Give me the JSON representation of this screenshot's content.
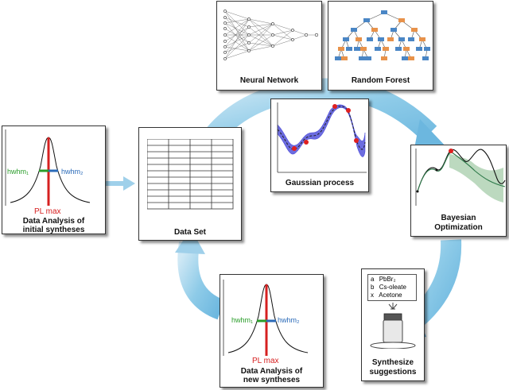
{
  "panels": {
    "neural_network": {
      "caption": "Neural Network"
    },
    "random_forest": {
      "caption": "Random Forest"
    },
    "gaussian_process": {
      "caption": "Gaussian process"
    },
    "bayesian": {
      "caption_line1": "Bayesian",
      "caption_line2": "Optimization"
    },
    "data_set": {
      "caption": "Data Set"
    },
    "initial": {
      "hwhm1": "hwhm₁",
      "hwhm2": "hwhm₂",
      "pl_max": "PL max",
      "caption_line1": "Data Analysis of",
      "caption_line2": "initial syntheses"
    },
    "new": {
      "hwhm1": "hwhm₁",
      "hwhm2": "hwhm₂",
      "pl_max": "PL max",
      "caption_line1": "Data Analysis of",
      "caption_line2": "new syntheses"
    },
    "synthesize": {
      "items": [
        {
          "key": "a",
          "name": "PbBr₂"
        },
        {
          "key": "b",
          "name": "Cs-oleate"
        },
        {
          "key": "x",
          "name": "Acetone"
        }
      ],
      "caption_line1": "Synthesize",
      "caption_line2": "suggestions"
    }
  },
  "colors": {
    "cycle_arrow": "#9fd0ea",
    "pl_max": "#d62020",
    "hwhm1": "#2a9d2a",
    "hwhm2": "#2a6ab8",
    "gp_band": "#3b3bd6",
    "gp_point": "#e02020",
    "bo_band": "#bcd9bf",
    "bo_line": "#2e7a4a",
    "tree_blue": "#4a86c5",
    "tree_orange": "#e8924a"
  }
}
